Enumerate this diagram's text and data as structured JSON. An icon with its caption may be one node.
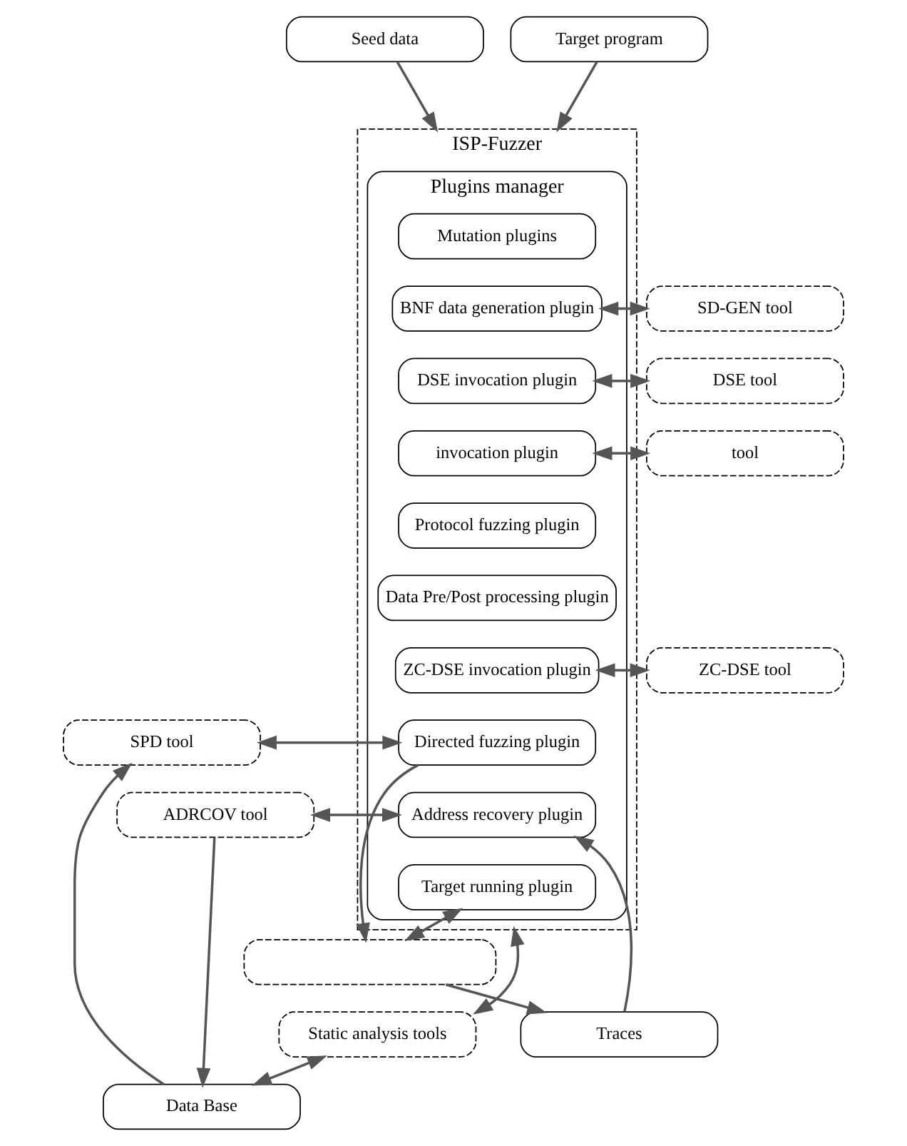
{
  "diagram": {
    "nodes": [
      {
        "text": [
          "Seed data"
        ]
      },
      {
        "text": [
          "Target program"
        ]
      },
      {
        "text": [
          "ISP-Fuzzer"
        ]
      },
      {
        "text": [
          "Plugins manager"
        ],
        "in": 2
      },
      {
        "text": [
          "Mutation plugins"
        ],
        "in": 3
      },
      {
        "text": [
          "BNF data generation plugin"
        ],
        "in": 3
      },
      {
        "text": [
          "DSE invocation plugin"
        ],
        "in": 3
      },
      {
        "text": [
          "invocation plugin"
        ],
        "in": 3
      },
      {
        "text": [
          "Protocol fuzzing plugin"
        ],
        "in": 3
      },
      {
        "text": [
          "Data Pre/Post processing plugin"
        ],
        "in": 3
      },
      {
        "text": [
          "ZC-DSE invocation plugin"
        ],
        "in": 3
      },
      {
        "text": [
          "Directed fuzzing plugin"
        ],
        "in": 3
      },
      {
        "text": [
          "Address recovery plugin"
        ],
        "in": 3
      },
      {
        "text": [
          "Target running plugin"
        ],
        "in": 3
      },
      {
        "text": [
          "SD-GEN tool"
        ]
      },
      {
        "text": [
          "DSE tool"
        ]
      },
      {
        "text": [
          "tool"
        ]
      },
      {
        "text": [
          "ZC-DSE tool"
        ]
      },
      {
        "text": [
          "SPD tool"
        ]
      },
      {
        "text": [
          "ADRCOV tool"
        ]
      },
      {
        "text": [
          "Static analysis tools"
        ]
      },
      {
        "text": [],
        "shape": "box"
      },
      {
        "text": [
          "Traces"
        ]
      },
      {
        "text": [
          "Data Base"
        ]
      }
    ],
    "edges": [
      {
        "from": 0,
        "to": 2,
        "arrow": "to"
      },
      {
        "from": 1,
        "to": 2,
        "arrow": "to"
      },
      {
        "from": 5,
        "to": 14,
        "arrow": "both"
      },
      {
        "from": 6,
        "to": 15,
        "arrow": "both"
      },
      {
        "from": 7,
        "to": 16,
        "arrow": "both"
      },
      {
        "from": 10,
        "to": 17,
        "arrow": "both"
      },
      {
        "from": 11,
        "to": 18,
        "arrow": "both"
      },
      {
        "from": 12,
        "to": 19,
        "arrow": "both"
      },
      {
        "from": 2,
        "to": 20,
        "arrow": "both"
      },
      {
        "from": 11,
        "to": 21,
        "arrow": "to"
      },
      {
        "from": 13,
        "to": 21,
        "arrow": "both"
      },
      {
        "from": 21,
        "to": 22,
        "arrow": "to"
      },
      {
        "from": 22,
        "to": 12,
        "arrow": "to"
      },
      {
        "from": 20,
        "to": 23,
        "arrow": "both"
      },
      {
        "from": 19,
        "to": 23,
        "arrow": "to"
      },
      {
        "from": 23,
        "to": 18,
        "arrow": "to"
      }
    ]
  }
}
